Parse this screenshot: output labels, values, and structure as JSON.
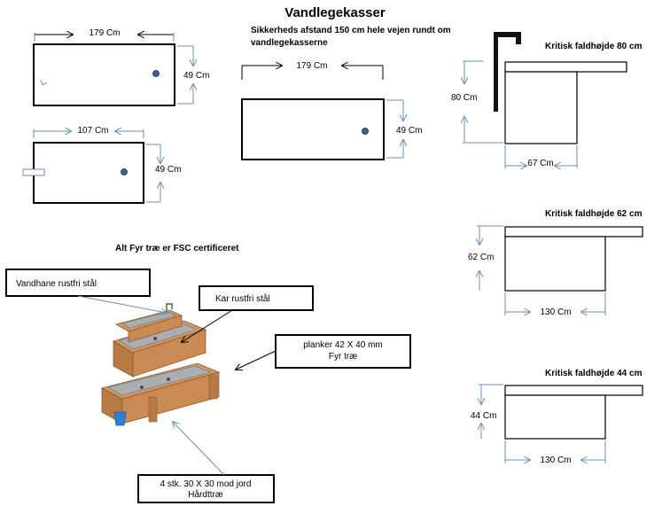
{
  "title": "Vandlegekasser",
  "safety_note": [
    "Sikkerheds afstand 150 cm hele vejen rundt om",
    "vandlegekasserne"
  ],
  "fsc_note": "Alt Fyr træ er FSC certificeret",
  "top_left_box": {
    "width": "179 Cm",
    "height": "49 Cm"
  },
  "bottom_left_box": {
    "width": "107 Cm",
    "height": "49 Cm"
  },
  "center_box": {
    "width": "179 Cm",
    "height": "49 Cm"
  },
  "fall_heights": [
    {
      "title": "Kritisk faldhøjde 80 cm",
      "height": "80 Cm",
      "width": "67 Cm"
    },
    {
      "title": "Kritisk faldhøjde 62 cm",
      "height": "62 Cm",
      "width": "130 Cm"
    },
    {
      "title": "Kritisk faldhøjde 44 cm",
      "height": "44 Cm",
      "width": "130 Cm"
    }
  ],
  "callouts": {
    "tap": "Vandhane rustfri stål",
    "tub": "Kar rustfri stål",
    "planks": [
      "planker  42 X 40 mm",
      "Fyr træ"
    ],
    "legs": [
      "4 stk. 30 X 30 mod jord",
      "Hårdttræ"
    ]
  },
  "colors": {
    "dimension_line": "#6a8fb3",
    "wood": "#c98a55",
    "steel": "#a9aeb2",
    "blue_marker": "#3c5f9e",
    "bucket": "#2f7fd8"
  }
}
